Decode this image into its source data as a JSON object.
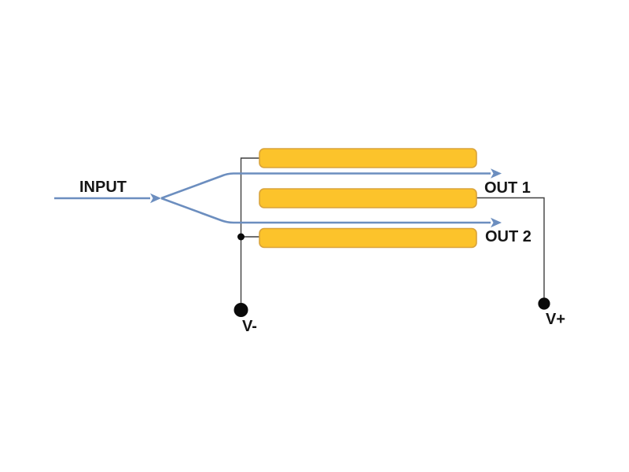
{
  "diagram": {
    "labels": {
      "input": "INPUT",
      "out1": "OUT 1",
      "out2": "OUT 2",
      "v_minus": "V-",
      "v_plus": "V+"
    },
    "colors": {
      "signal_blue": "#6C8EBF",
      "electrode_fill": "#FCC32B",
      "electrode_border": "#D9A33C",
      "wire": "#3F3F3F",
      "terminal_black": "#0A0A0A",
      "label_text": "#161616",
      "background": "#FFFFFF"
    }
  }
}
